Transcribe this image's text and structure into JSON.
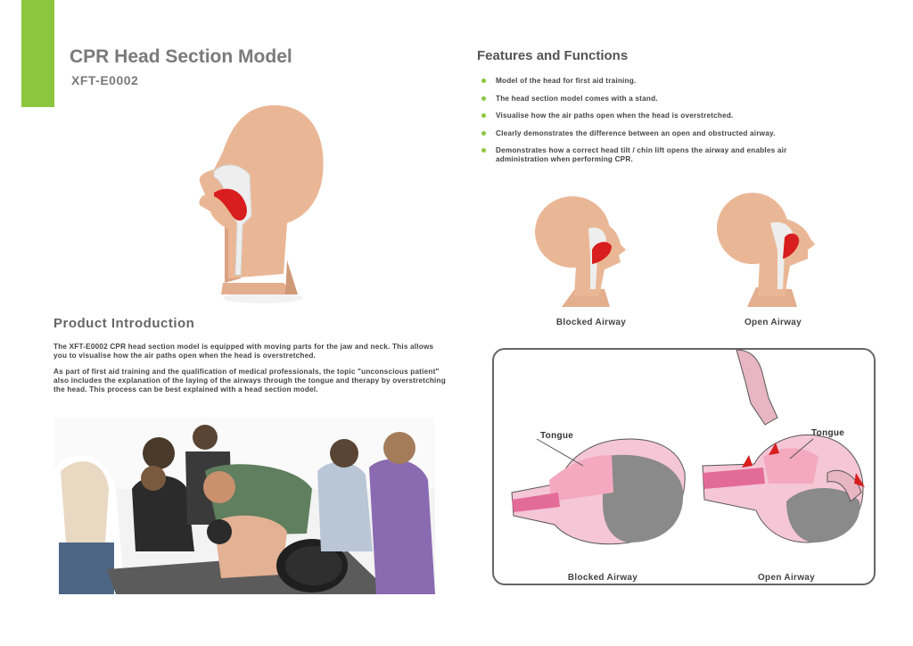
{
  "header": {
    "title": "CPR Head Section Model",
    "model_number": "XFT-E0002"
  },
  "features": {
    "heading": "Features and Functions",
    "items": [
      "Model of the head for first aid training.",
      "The head section model comes with a stand.",
      "Visualise how the air paths open when the head is overstretched.",
      "Clearly demonstrates the difference between an open and obstructed airway.",
      "Demonstrates how a correct head tilt / chin lift opens the airway and enables air administration when performing CPR."
    ]
  },
  "comparison": {
    "blocked_label": "Blocked Airway",
    "open_label": "Open Airway"
  },
  "introduction": {
    "heading": "Product Introduction",
    "paragraphs": [
      "The XFT-E0002 CPR head section model is equipped with moving parts for the jaw and neck. This allows you to visualise how the air paths open when the head is overstretched.",
      "As part of first aid training and the qualification of medical professionals, the topic \"unconscious patient\" also includes the explanation of the laying of the airways through the tongue and therapy by overstretching the head. This process can be best explained with a head section model."
    ]
  },
  "diagram": {
    "tongue_left": "Tongue",
    "tongue_right": "Tongue",
    "blocked_label": "Blocked Airway",
    "open_label": "Open Airway"
  },
  "colors": {
    "accent": "#8cc63f",
    "skin": "#eab796",
    "tongue_red": "#d81e1e",
    "diagram_pink": "#f5c6d6"
  }
}
